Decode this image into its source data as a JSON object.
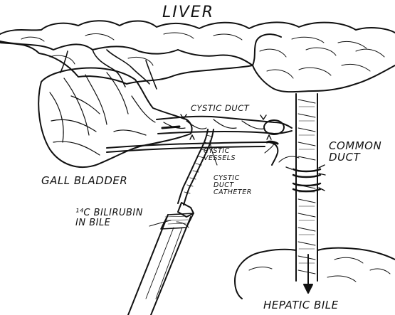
{
  "labels": {
    "liver": "LIVER",
    "cystic_duct": "CYSTIC DUCT",
    "cystic_vessels": "CYSTIC\nVESSELS",
    "cystic_duct_catheter": "CYSTIC\nDUCT\nCATHETER",
    "gall_bladder": "GALL BLADDER",
    "common_duct": "COMMON\nDUCT",
    "bilirubin_in_bile": "¹⁴C BILIRUBIN\nIN BILE",
    "hepatic_bile": "HEPATIC BILE"
  },
  "colors": {
    "ink": "#111111",
    "background": "#ffffff"
  }
}
